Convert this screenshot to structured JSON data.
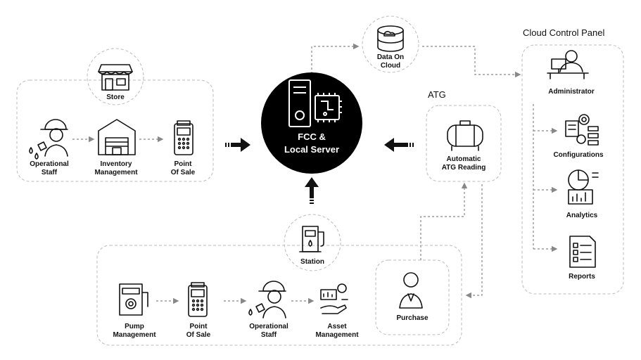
{
  "center": {
    "label": "FCC &\nLocal Server"
  },
  "cloud": {
    "label": "Data On\nCloud"
  },
  "store": {
    "title": "Store",
    "items": [
      "Operational\nStaff",
      "Inventory\nManagement",
      "Point\nOf Sale"
    ]
  },
  "atg": {
    "title": "ATG",
    "item": "Automatic\nATG Reading"
  },
  "panel": {
    "title": "Cloud Control Panel",
    "items": [
      "Administrator",
      "Configurations",
      "Analytics",
      "Reports"
    ]
  },
  "station": {
    "title": "Station",
    "items": [
      "Pump\nManagement",
      "Point\nOf Sale",
      "Operational\nStaff",
      "Asset\nManagement"
    ],
    "purchase": "Purchase"
  }
}
